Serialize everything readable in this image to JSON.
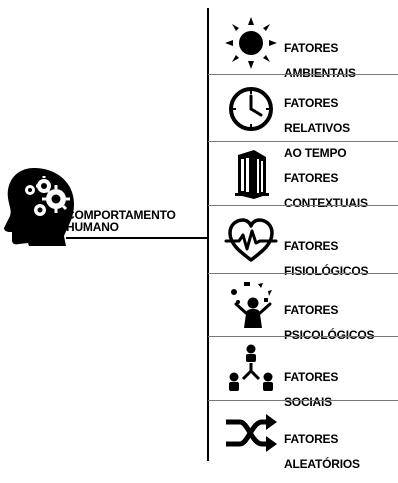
{
  "root": {
    "label_line1": "COMPORTAMENTO",
    "label_line2": "HUMANO",
    "icon": "head-gears-icon"
  },
  "factors": [
    {
      "line1": "FATORES",
      "line2": "AMBIENTAIS",
      "line3": "",
      "icon": "sun-icon"
    },
    {
      "line1": "FATORES",
      "line2": "RELATIVOS",
      "line3": "AO TEMPO",
      "icon": "clock-icon"
    },
    {
      "line1": "FATORES",
      "line2": "CONTEXTUAIS",
      "line3": "",
      "icon": "building-icon"
    },
    {
      "line1": "FATORES",
      "line2": "FISIOLÓGICOS",
      "line3": "",
      "icon": "heart-pulse-icon"
    },
    {
      "line1": "FATORES",
      "line2": "PSICOLÓGICOS",
      "line3": "",
      "icon": "juggling-person-icon"
    },
    {
      "line1": "FATORES",
      "line2": "SOCIAIS",
      "line3": "",
      "icon": "people-network-icon"
    },
    {
      "line1": "FATORES",
      "line2": "ALEATÓRIOS",
      "line3": "",
      "icon": "shuffle-icon"
    }
  ]
}
